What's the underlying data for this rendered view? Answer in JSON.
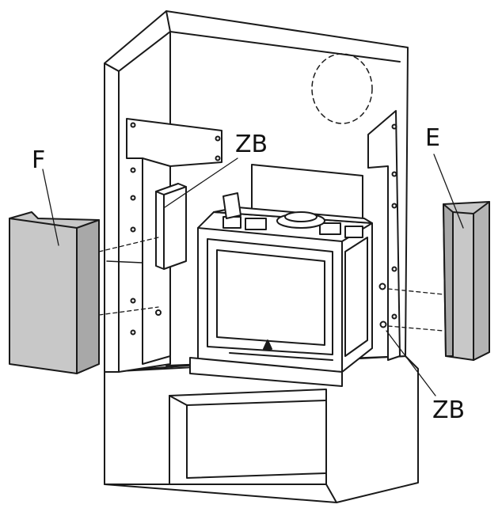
{
  "labels": {
    "F": "F",
    "E": "E",
    "zb_top": "ZB",
    "zb_bottom": "ZB"
  },
  "colors": {
    "line": "#1a1a1a",
    "panel_fill": "#c8c8c8",
    "background": "#ffffff",
    "glass": "#ffffff"
  }
}
